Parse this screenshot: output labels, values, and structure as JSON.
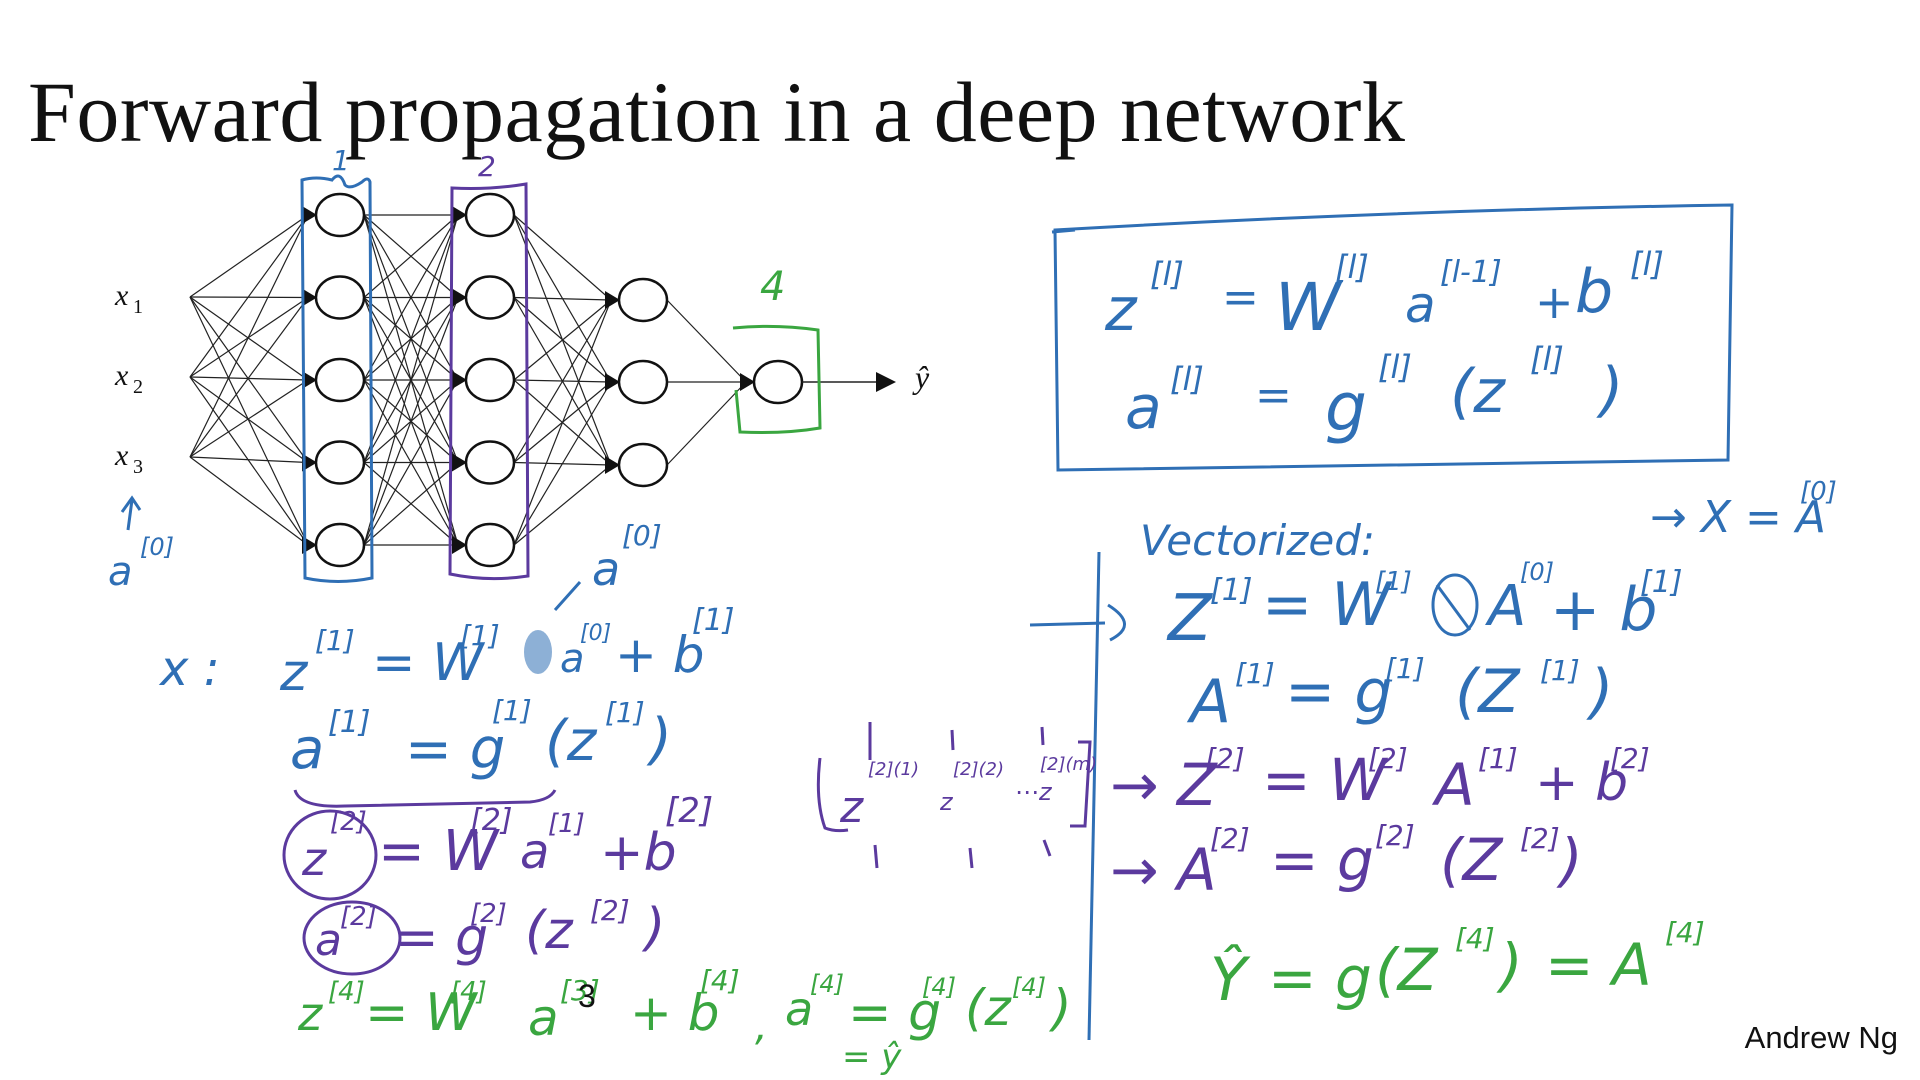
{
  "slide": {
    "title": "Forward propagation in a deep network",
    "author": "Andrew Ng",
    "page_number": "3"
  },
  "colors": {
    "blue_ink": "#2f6fb5",
    "purple_ink": "#5b3a9e",
    "green_ink": "#3aa640",
    "black": "#111111"
  },
  "network": {
    "inputs": [
      "x",
      "x",
      "x"
    ],
    "input_subscripts": [
      "1",
      "2",
      "3"
    ],
    "output_label": "ŷ",
    "layer_sizes": [
      3,
      5,
      5,
      3,
      1
    ],
    "layer_annotations": {
      "layer1": "1",
      "layer2": "2",
      "layer4": "4",
      "input_note": "a",
      "input_note_sup": "[0]",
      "mid_note": "a",
      "mid_note_sup": "[0]"
    }
  },
  "general_box": {
    "line1": {
      "lhs": "z",
      "lhs_sup": "[l]",
      "eq": "=",
      "w": "W",
      "w_sup": "[l]",
      "a": "a",
      "a_sup": "[l-1]",
      "plus": "+",
      "b": "b",
      "b_sup": "[l]"
    },
    "line2": {
      "lhs": "a",
      "lhs_sup": "[l]",
      "eq": "=",
      "g": "g",
      "g_sup": "[l]",
      "arg": "(z",
      "arg_sup": "[l]",
      "close": ")"
    }
  },
  "left_equations": {
    "x_label": "x :",
    "l1_z": {
      "lhs": "z",
      "lhs_sup": "[1]",
      "rhs": "= W",
      "w_sup": "[1]",
      "a": "a",
      "a_sup": "[0]",
      "plus": "+ b",
      "b_sup": "[1]"
    },
    "l1_a": {
      "lhs": "a",
      "lhs_sup": "[1]",
      "rhs": "= g",
      "g_sup": "[1]",
      "arg": "(z",
      "arg_sup": "[1]",
      "close": ")"
    },
    "l2_z": {
      "lhs": "z",
      "lhs_sup": "[2]",
      "rhs": "= W",
      "w_sup": "[2]",
      "a": "a",
      "a_sup": "[1]",
      "plus": "+b",
      "b_sup": "[2]"
    },
    "l2_a": {
      "lhs": "a",
      "lhs_sup": "[2]",
      "rhs": "= g",
      "g_sup": "[2]",
      "arg": "(z",
      "arg_sup": "[2]",
      "close": ")"
    },
    "l4": {
      "lhs": "z",
      "lhs_sup": "[4]",
      "rhs": "= W",
      "w_sup": "[4]",
      "a": "a",
      "a_sup": "[3]",
      "plus": "+ b",
      "b_sup": "[4]",
      "sep": ",",
      "a4": "a",
      "a4_sup": "[4]",
      "eq2": "= g",
      "g_sup": "[4]",
      "arg": "(z",
      "arg_sup": "[4]",
      "close": ")",
      "yhat": "= ŷ"
    }
  },
  "matrix": {
    "entries": [
      "z",
      "z",
      "⋯z"
    ],
    "sups": [
      "[2](1)",
      "[2](2)",
      "[2](m)"
    ]
  },
  "vectorized": {
    "heading": "Vectorized:",
    "x_def": "→ X = A",
    "x_def_sup": "[0]",
    "lines": [
      {
        "text": "Z",
        "sup": "[1]",
        "rest": "= W",
        "rest_sup": "[1]",
        "tail": "A",
        "tail_sup": "[0]",
        "end": "+ b",
        "end_sup": "[1]"
      },
      {
        "text": "A",
        "sup": "[1]",
        "rest": "= g",
        "rest_sup": "[1]",
        "tail": "(Z",
        "tail_sup": "[1]",
        "end": ")",
        "end_sup": ""
      },
      {
        "text": "→ Z",
        "sup": "[2]",
        "rest": "= W",
        "rest_sup": "[2]",
        "tail": "A",
        "tail_sup": "[1]",
        "end": "+ b",
        "end_sup": "[2]"
      },
      {
        "text": "→ A",
        "sup": "[2]",
        "rest": "= g",
        "rest_sup": "[2]",
        "tail": "(Z",
        "tail_sup": "[2]",
        "end": ")",
        "end_sup": ""
      }
    ],
    "final": {
      "lhs": "Ŷ",
      "eq": "= g",
      "arg": "(Z",
      "arg_sup": "[4]",
      "close": ")",
      "eq2": "= A",
      "a_sup": "[4]"
    }
  }
}
